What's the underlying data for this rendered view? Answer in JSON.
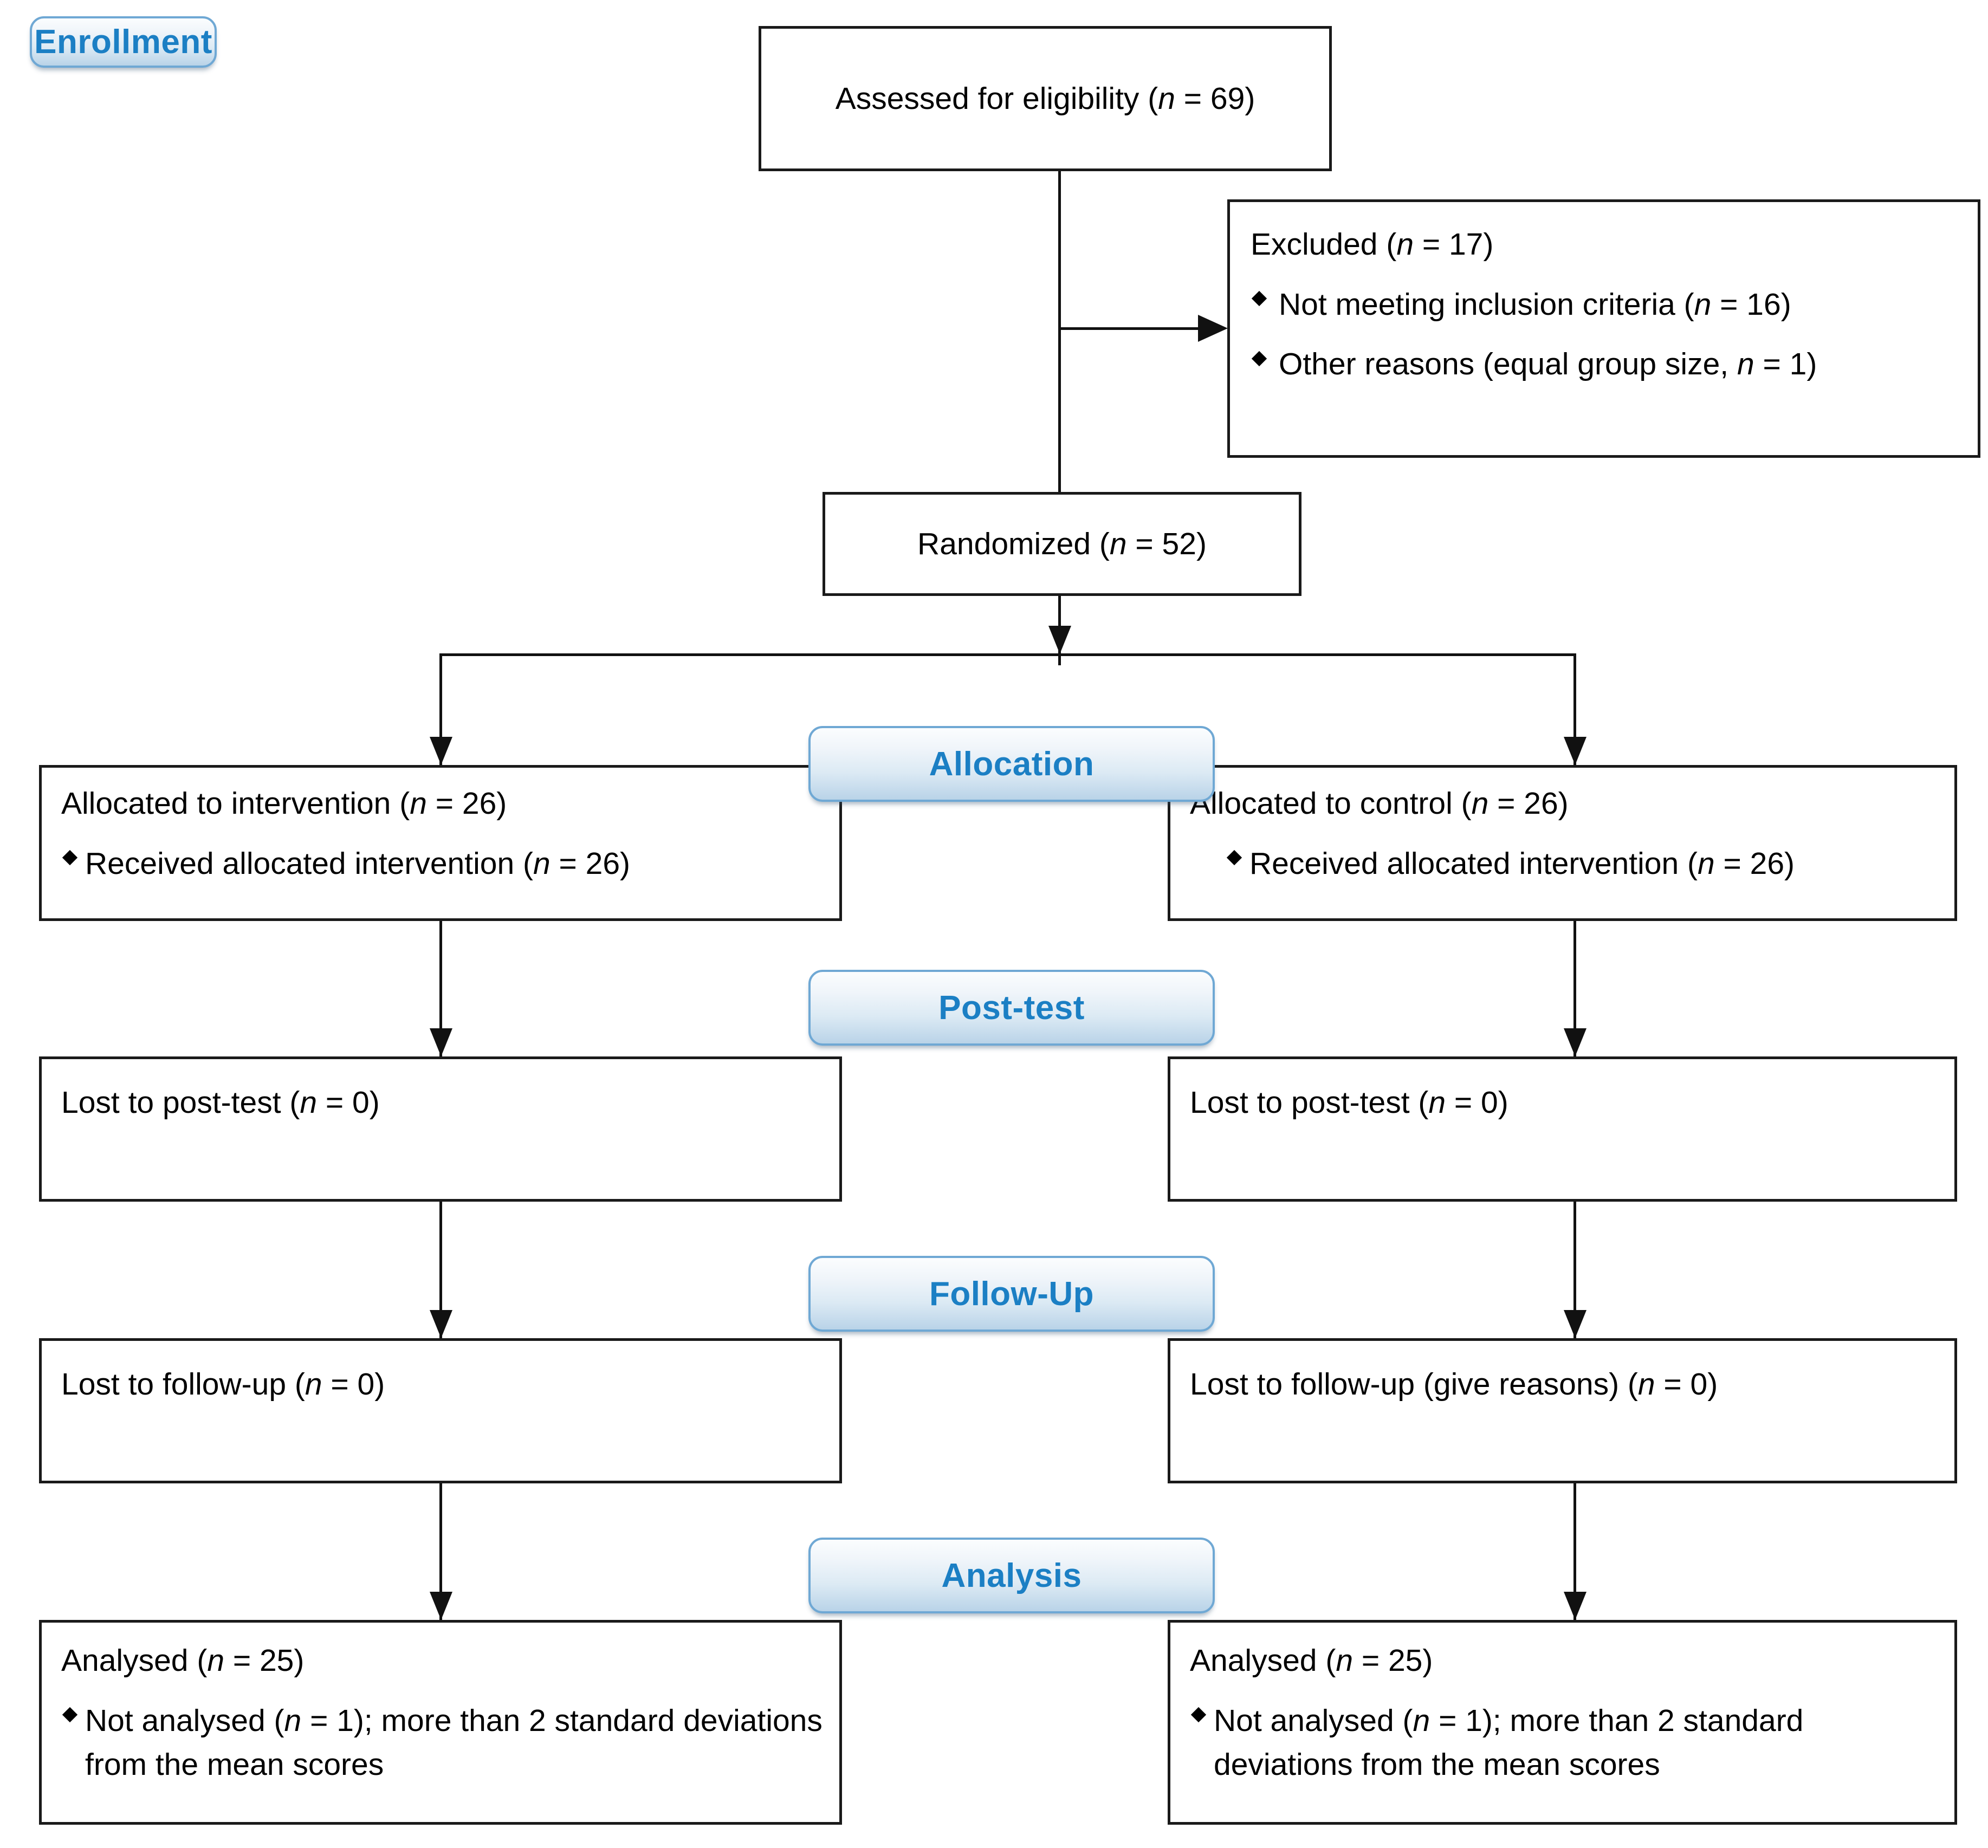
{
  "diagram": {
    "title": "CONSORT participant flow diagram",
    "accent_color": "#1b7fc4",
    "badge_border_color": "#6fa8d4",
    "line_color": "#111111"
  },
  "stages": {
    "enrollment": "Enrollment",
    "allocation": "Allocation",
    "post_test": "Post-test",
    "follow_up": "Follow-Up",
    "analysis": "Analysis"
  },
  "nodes": {
    "assessed": {
      "text_prefix": "Assessed for eligibility (",
      "n_symbol": "n",
      "text_suffix": " = 69)"
    },
    "excluded": {
      "heading_prefix": "Excluded (",
      "heading_n": "n",
      "heading_suffix": " = 17)",
      "reasons": [
        {
          "prefix": "Not meeting inclusion criteria (",
          "n": "n",
          "suffix": " = 16)"
        },
        {
          "prefix": "Other reasons (equal group size, ",
          "n": "n",
          "suffix": " = 1)"
        }
      ]
    },
    "randomized": {
      "text_prefix": "Randomized (",
      "n_symbol": "n",
      "text_suffix": " = 52)"
    }
  },
  "arms": {
    "left": {
      "allocation": {
        "heading_prefix": "Allocated to intervention (",
        "heading_n": "n",
        "heading_suffix": " = 26)",
        "bullet_prefix": "Received allocated intervention (",
        "bullet_n": "n",
        "bullet_suffix": " = 26)"
      },
      "post_test": {
        "text_prefix": "Lost to post-test (",
        "n_symbol": "n",
        "text_suffix": " = 0)"
      },
      "follow_up": {
        "text_prefix": "Lost to follow-up (",
        "n_symbol": "n",
        "text_suffix": " = 0)"
      },
      "analysis": {
        "heading_prefix": "Analysed (",
        "heading_n": "n",
        "heading_suffix": " = 25)",
        "bullet_prefix": "Not analysed (",
        "bullet_n": "n",
        "bullet_suffix": " = 1); more than 2 standard deviations from the mean scores"
      }
    },
    "right": {
      "allocation": {
        "heading_prefix": "Allocated to control (",
        "heading_n": "n",
        "heading_suffix": " = 26)",
        "bullet_prefix": "Received allocated intervention (",
        "bullet_n": "n",
        "bullet_suffix": " = 26)"
      },
      "post_test": {
        "text_prefix": "Lost to post-test (",
        "n_symbol": "n",
        "text_suffix": " = 0)"
      },
      "follow_up": {
        "text_prefix": "Lost to follow-up (give reasons) (",
        "n_symbol": "n",
        "text_suffix": " = 0)"
      },
      "analysis": {
        "heading_prefix": "Analysed (",
        "heading_n": "n",
        "heading_suffix": " = 25)",
        "bullet_prefix": "Not analysed (",
        "bullet_n": "n",
        "bullet_suffix": " = 1); more than 2 standard deviations from the mean scores"
      }
    }
  }
}
